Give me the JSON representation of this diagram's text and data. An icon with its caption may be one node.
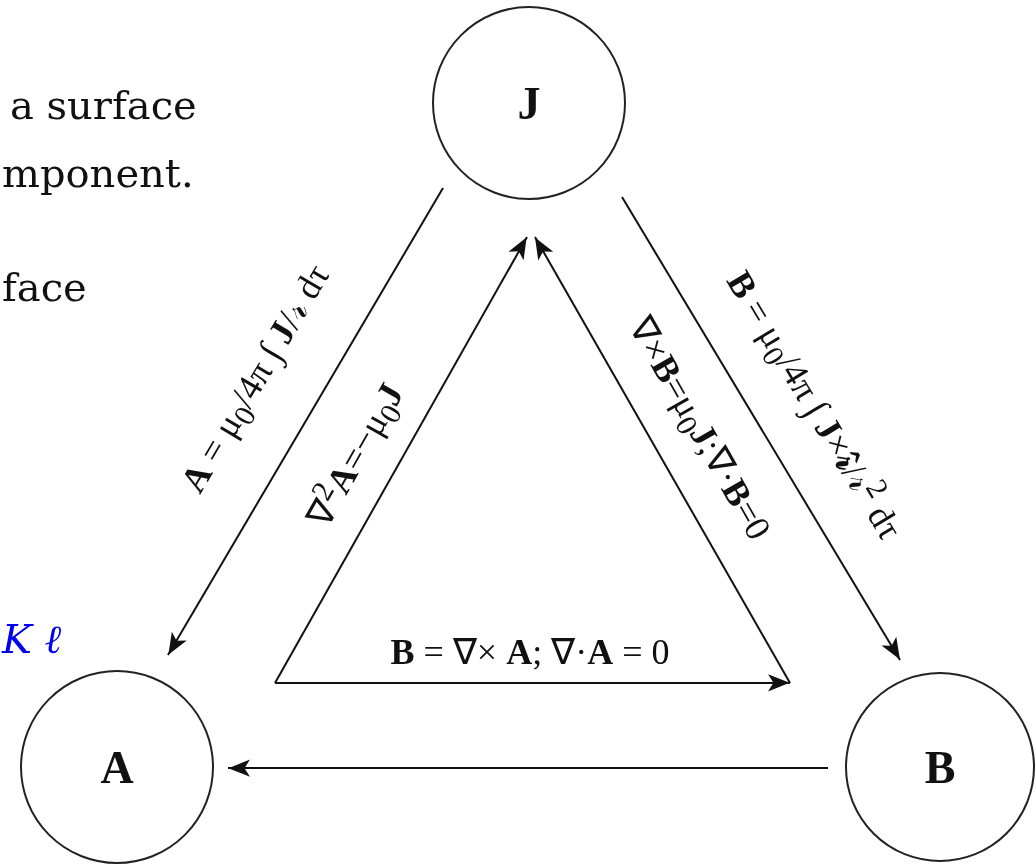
{
  "diagram": {
    "nodes": [
      {
        "text": [
          "J"
        ]
      },
      {
        "text": [
          "A"
        ]
      },
      {
        "text": [
          "B"
        ]
      }
    ],
    "edges": [
      {
        "from": 0,
        "to": 1,
        "arrow": "to",
        "label": "**A** = μ$_{0}$/4π ∫ **J**/𝓇 dτ"
      },
      {
        "from": 1,
        "to": 0,
        "arrow": "to",
        "label": "∇$^{2}$**A**=−μ$_{0}$**J**"
      },
      {
        "from": 2,
        "to": 0,
        "arrow": "to",
        "label": "∇×**B**=μ$_{0}$**J**;∇·**B**=0"
      },
      {
        "from": 0,
        "to": 2,
        "arrow": "to",
        "label": "**B** = μ$_{0}$/4π ∫ **J**×**𝓇̂**/𝓇$^{2}$ dτ"
      },
      {
        "from": 1,
        "to": 2,
        "arrow": "to",
        "label": "**B** = ∇× **A**; ∇·**A** = 0"
      },
      {
        "from": 2,
        "to": 1,
        "arrow": "to"
      }
    ],
    "labels": [
      "a surface",
      "mponent.",
      "face",
      "K ℓ"
    ]
  }
}
